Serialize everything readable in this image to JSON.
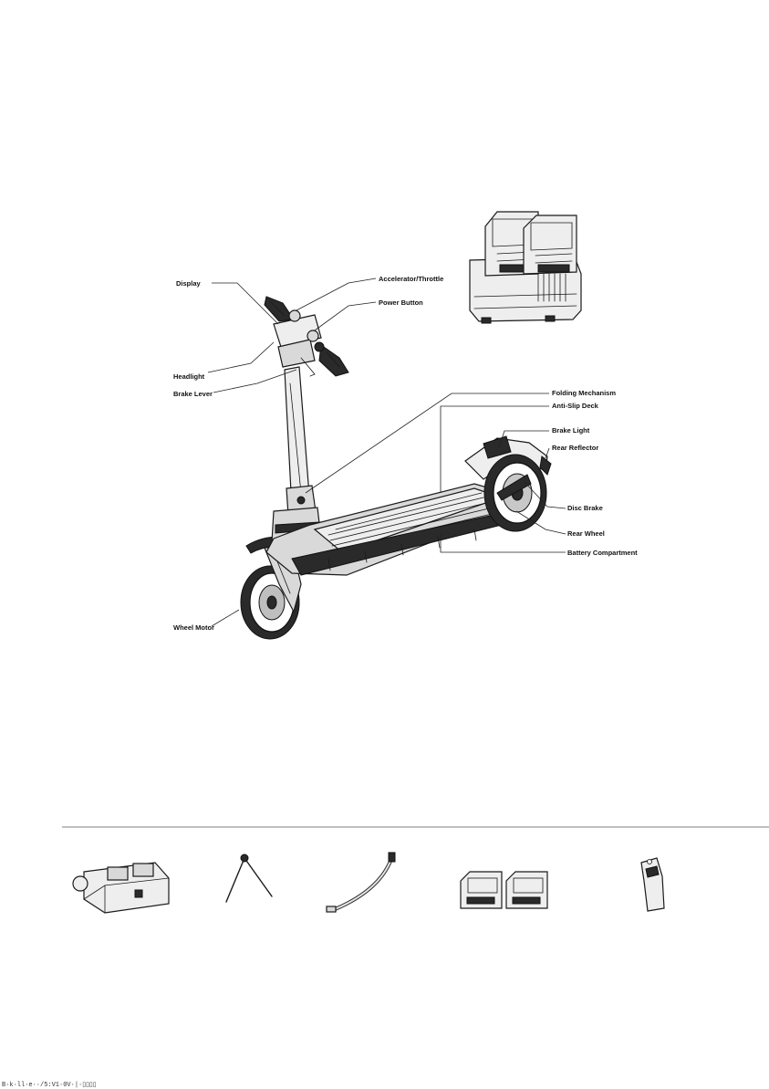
{
  "labels": {
    "display": "Display",
    "accelerator": "Accelerator/Throttle",
    "power_button": "Power Button",
    "headlight": "Headlight",
    "brake_lever": "Brake Lever",
    "folding_mechanism": "Folding Mechanism",
    "anti_slip_deck": "Anti-Slip Deck",
    "brake_light": "Brake Light",
    "rear_reflector": "Rear Reflector",
    "disc_brake": "Disc Brake",
    "rear_wheel": "Rear Wheel",
    "battery_compartment": "Battery Compartment",
    "wheel_motor": "Wheel Motor"
  },
  "footer": "B·k·ll·e··/5:V1·0V·|·▯▯▯▯"
}
